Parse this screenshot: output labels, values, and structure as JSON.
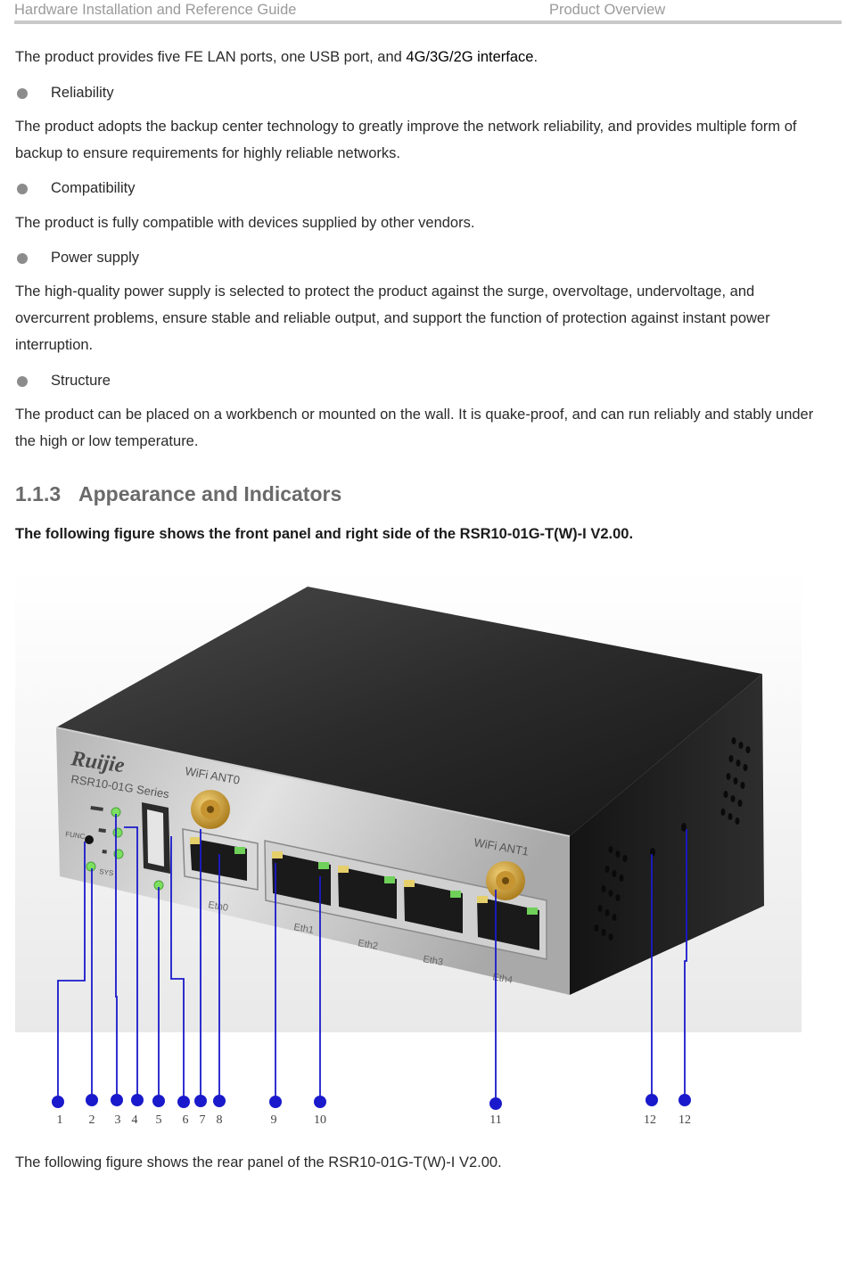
{
  "header": {
    "left": "Hardware Installation and Reference Guide",
    "right": "Product Overview"
  },
  "intro": {
    "prefix": "The product provides five FE LAN ports, one USB port, and ",
    "highlight": "4G/3G/2G interface",
    "suffix": "."
  },
  "features": [
    {
      "label": "Reliability",
      "text": "The product adopts the backup center technology to greatly improve the network reliability, and provides multiple form of backup to ensure requirements for highly reliable networks."
    },
    {
      "label": "Compatibility",
      "text": "The product is fully compatible with devices supplied by other vendors."
    },
    {
      "label": "Power supply",
      "text": "The high-quality power supply is selected to protect the product against the surge, overvoltage, undervoltage, and overcurrent problems, ensure stable and reliable output, and support the function of protection against instant power interruption."
    },
    {
      "label": "Structure",
      "text": "The product can be placed on a workbench or mounted on the wall. It is quake-proof, and can run reliably and stably under the high or low temperature."
    }
  ],
  "section": {
    "number": "1.1.3",
    "title": "Appearance and Indicators"
  },
  "figure_caption": "The following figure shows the front panel and right side of the RSR10-01G-T(W)-I V2.00.",
  "device": {
    "brand": "Ruijie",
    "model": "RSR10-01G Series",
    "antenna0": "WiFi ANT0",
    "antenna1": "WiFi ANT1",
    "func": "FUNC",
    "sys": "SYS",
    "ports": [
      "Eth0",
      "Eth1",
      "Eth2",
      "Eth3",
      "Eth4"
    ]
  },
  "callouts": [
    "1",
    "2",
    "3",
    "4",
    "5",
    "6",
    "7",
    "8",
    "9",
    "10",
    "11",
    "12",
    "12"
  ],
  "rear_caption": "The following figure shows the rear panel of the RSR10-01G-T(W)-I V2.00.",
  "colors": {
    "callout": "#1a1acc",
    "led": "#7de060",
    "antenna": "#d9a93a"
  }
}
